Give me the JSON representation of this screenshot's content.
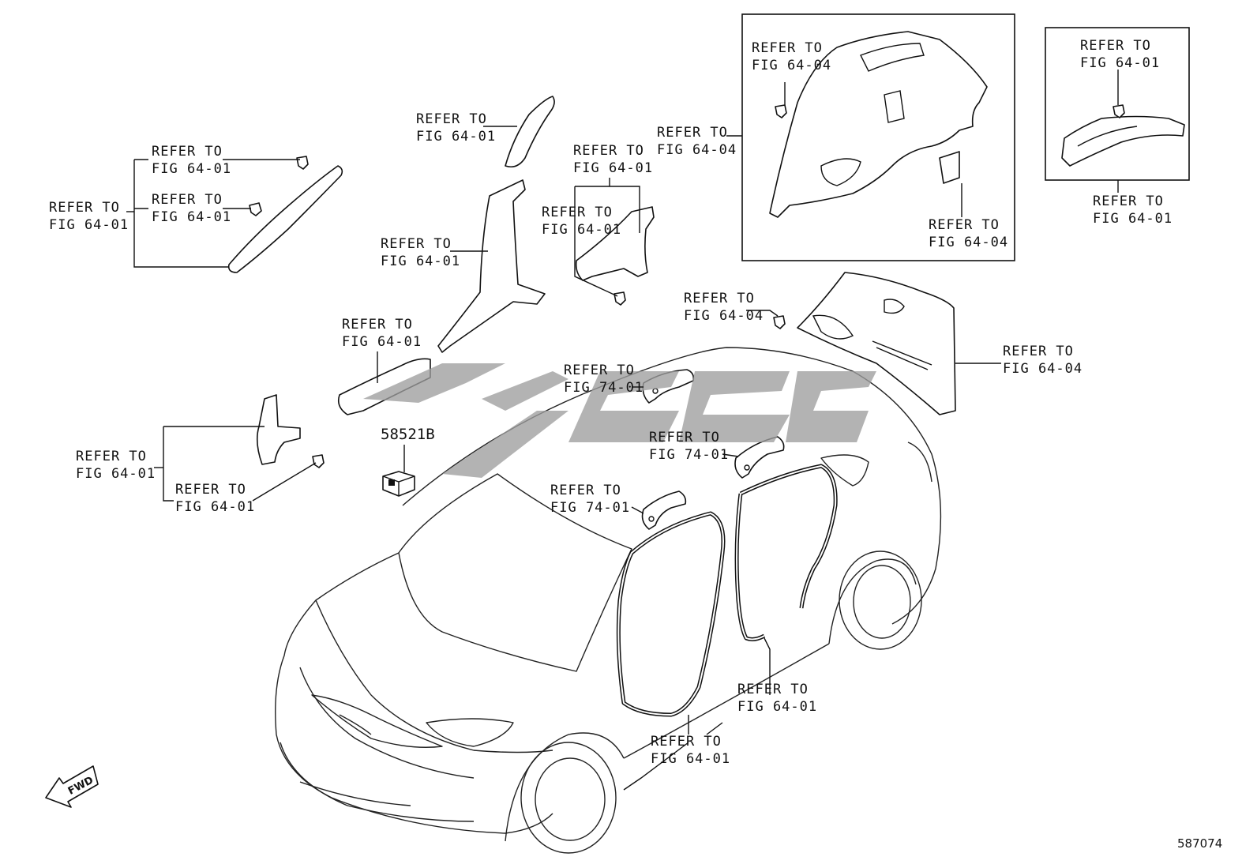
{
  "refer_to": "REFER TO",
  "fig_64_01": "FIG 64-01",
  "fig_64_04": "FIG 64-04",
  "fig_74_01": "FIG 74-01",
  "part_number": "58521B",
  "fwd_label": "FWD",
  "illustration_number": "587074",
  "colors": {
    "line": "#111111",
    "watermark": "#9e9e9e",
    "background": "#ffffff"
  },
  "icons": {
    "fwd_arrow": "fwd-arrow-icon",
    "clip": "clip-icon"
  }
}
